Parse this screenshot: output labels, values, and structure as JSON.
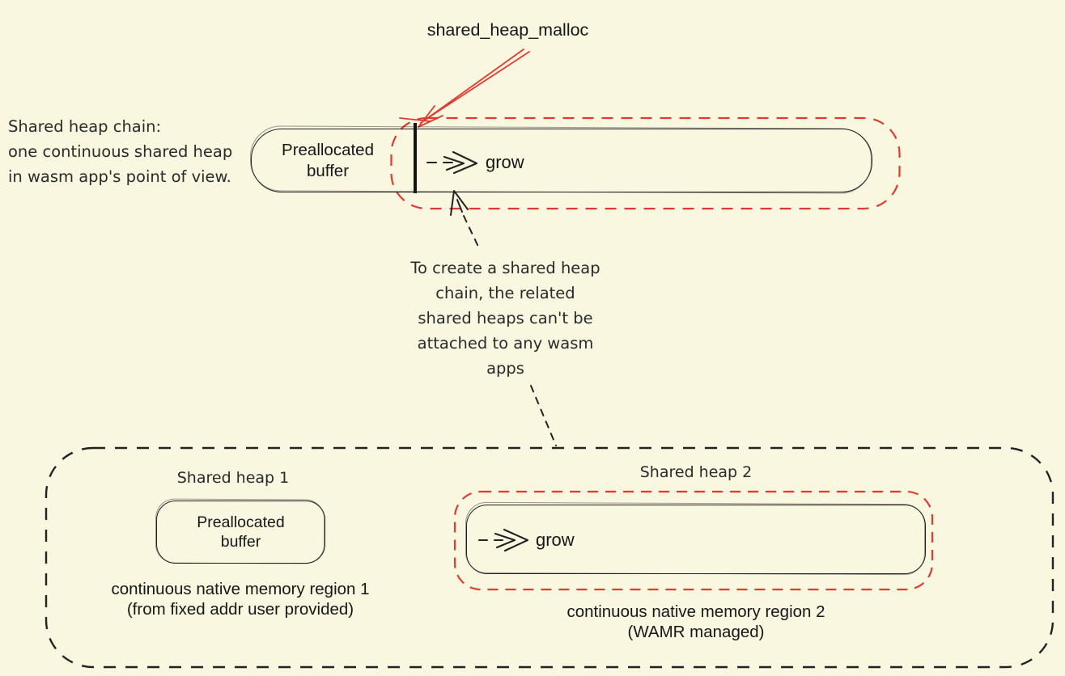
{
  "colors": {
    "background": "#faf7e0",
    "accent_red": "#e23a30",
    "stroke_black": "#1f1f1f"
  },
  "top": {
    "malloc_label": "shared_heap_malloc",
    "left_note": "Shared heap chain:\none continuous shared heap\nin wasm app's point of view.",
    "preallocated_buffer": "Preallocated\nbuffer",
    "grow_label": "grow"
  },
  "middle": {
    "note": "To create a shared heap\nchain, the related\nshared heaps can't be\nattached to any wasm\napps"
  },
  "bottom": {
    "heap1": {
      "title": "Shared heap 1",
      "box_label": "Preallocated\nbuffer",
      "caption": "continuous native memory region 1\n(from fixed addr user provided)"
    },
    "heap2": {
      "title": "Shared heap 2",
      "grow_label": "grow",
      "caption": "continuous native memory region 2\n(WAMR managed)"
    }
  }
}
